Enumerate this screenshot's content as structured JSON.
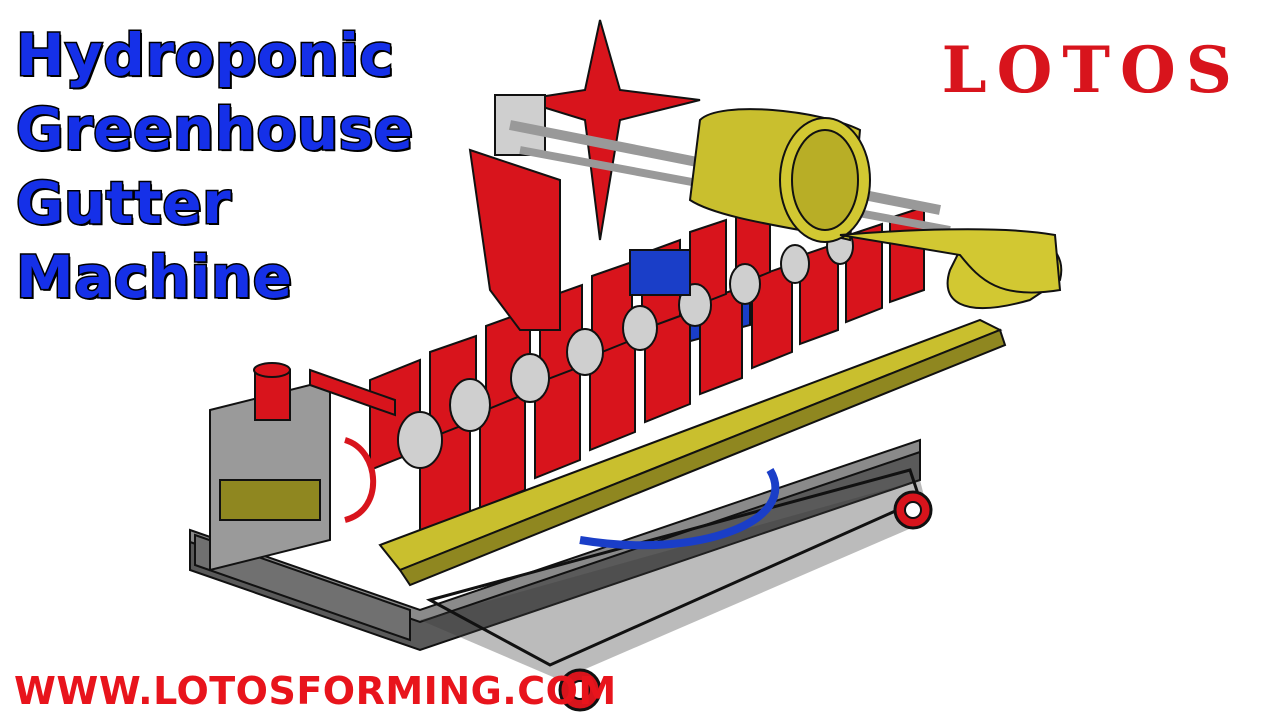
{
  "title": {
    "lines": [
      "Hydroponic",
      "Greenhouse",
      "Gutter",
      "Machine"
    ]
  },
  "brand": "LOTOS",
  "website": "WWW.LOTOSFORMING.COM",
  "colors": {
    "title_fill": "#1530e8",
    "title_outline": "#000000",
    "brand": "#d8141c",
    "website": "#e8141c",
    "machine_red": "#d8141c",
    "coil_yellow": "#d2c832",
    "frame_gray": "#6e6e6e",
    "motor_blue": "#1a3ec8"
  },
  "illustration": "roll-forming-machine"
}
